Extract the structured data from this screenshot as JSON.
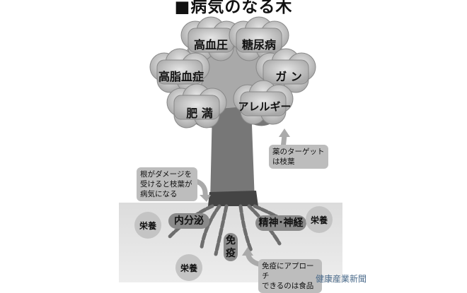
{
  "title": "■病気のなる木",
  "diseases": [
    {
      "label": "高血圧"
    },
    {
      "label": "糖尿病"
    },
    {
      "label": "高脂血症"
    },
    {
      "label": "ガ ン"
    },
    {
      "label": "肥 満"
    },
    {
      "label": "アレルギー"
    }
  ],
  "notes": {
    "roots_damage": "根がダメージを受けると枝葉が病気になる",
    "roots_damage_lines": [
      "根がダメージを",
      "受けると枝葉が",
      "病気になる"
    ],
    "drug_target_lines": [
      "薬のターゲット",
      "は枝葉"
    ],
    "immunity_food_lines": [
      "免疫にアプローチ",
      "できるのは食品"
    ]
  },
  "roots": {
    "endocrine": "内分泌",
    "nerve": "精神･神経",
    "immunity_lines": [
      "免",
      "疫"
    ]
  },
  "nutrition": [
    "栄養",
    "栄養",
    "栄養"
  ],
  "credit": "健康産業新聞",
  "colors": {
    "canopy": "#a9a9a9",
    "cloud": "#c8c8c8",
    "trunk": "#777777",
    "ground": "#e4e4e4",
    "note": "#bdbdbd"
  }
}
